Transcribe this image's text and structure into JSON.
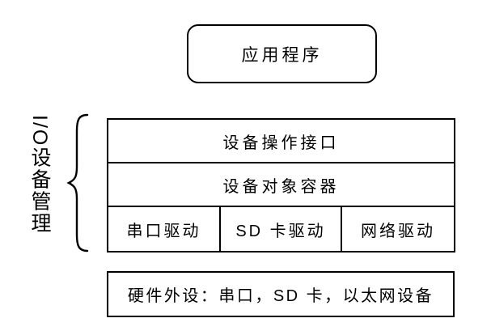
{
  "diagram": {
    "app_box_label": "应用程序",
    "side_label": "I/O设备管理",
    "layers": {
      "interface_label": "设备操作接口",
      "container_label": "设备对象容器",
      "drivers": [
        "串口驱动",
        "SD 卡驱动",
        "网络驱动"
      ]
    },
    "hardware_label": "硬件外设：串口，SD 卡，以太网设备",
    "icons": {
      "brace": "left-curly-brace"
    },
    "colors": {
      "border": "#000000",
      "background": "#ffffff",
      "text": "#000000"
    }
  }
}
